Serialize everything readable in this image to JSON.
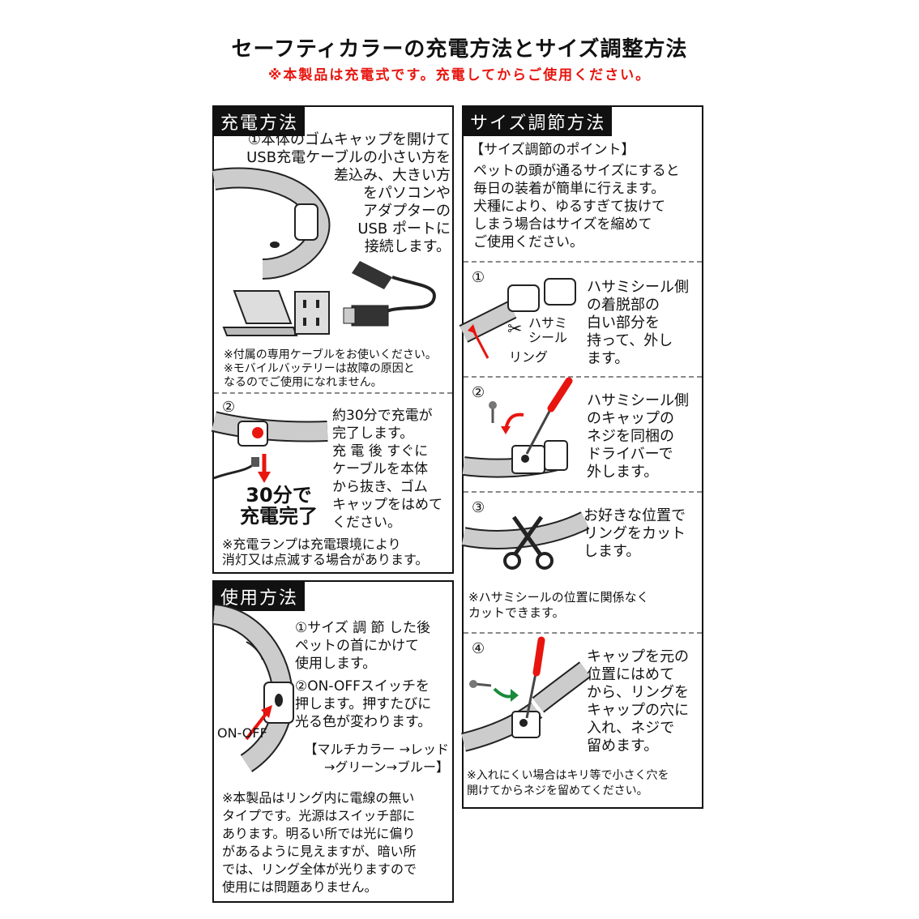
{
  "header": {
    "title": "セーフティカラーの充電方法とサイズ調整方法",
    "subtitle": "※本製品は充電式です。充電してからご使用ください。"
  },
  "charging": {
    "tag": "充電方法",
    "step1": "①本体のゴムキャップを開けて\nUSB充電ケーブルの小さい方を\n差込み、大きい方\nをパソコンや\nアダプターの\nUSB ポートに\n接続します。",
    "note1": "※付属の専用ケーブルをお使いください。\n※モバイルバッテリーは故障の原因と\nなるのでご使用になれません。",
    "step2_num": "②",
    "step2": "約30分で充電が\n完了します。\n充 電 後 すぐに\nケーブルを本体\nから抜き、ゴム\nキャップをはめて\nください。",
    "big_label": "30分で\n充電完了",
    "note2": "※充電ランプは充電環境により\n消灯又は点滅する場合があります。"
  },
  "usage": {
    "tag": "使用方法",
    "step1": "①サイズ 調 節 した後\nペットの首にかけて\n使用します。",
    "step2": "②ON-OFFスイッチを\n押します。押すたびに\n光る色が変わります。",
    "onoff": "ON-OFF",
    "colors": "【マルチカラー →レッド\n→グリーン→ブルー】",
    "note": "※本製品はリング内に電線の無い\nタイプです。光源はスイッチ部に\nあります。明るい所では光に偏り\nがあるように見えますが、暗い所\nでは、リング全体が光りますので\n使用には問題ありません。"
  },
  "size": {
    "tag": "サイズ調節方法",
    "point_title": "【サイズ調節のポイント】",
    "point_text": "ペットの頭が通るサイズにすると\n毎日の装着が簡単に行えます。\n犬種により、ゆるすぎて抜けて\nしまう場合はサイズを縮めて\nご使用ください。",
    "s1_num": "①",
    "s1_text": "ハサミシール側\nの着脱部の\n白い部分を\n持って、外し\nます。",
    "s1_seal": "ハサミ\nシール",
    "s1_ring": "リング",
    "s2_num": "②",
    "s2_text": "ハサミシール側\nのキャップの\nネジを同梱の\nドライバーで\n外します。",
    "s3_num": "③",
    "s3_text": "お好きな位置で\nリングをカット\nします。",
    "s3_note": "※ハサミシールの位置に関係なく\nカットできます。",
    "s4_num": "④",
    "s4_text": "キャップを元の\n位置にはめて\nから、リングを\nキャップの穴に\n入れ、ネジで\n留めます。",
    "s4_note": "※入れにくい場合はキリ等で小さく穴を\n開けてからネジを留めてください。"
  },
  "colors": {
    "accent_red": "#e8150f",
    "ring_gray": "#c9c9c9"
  }
}
